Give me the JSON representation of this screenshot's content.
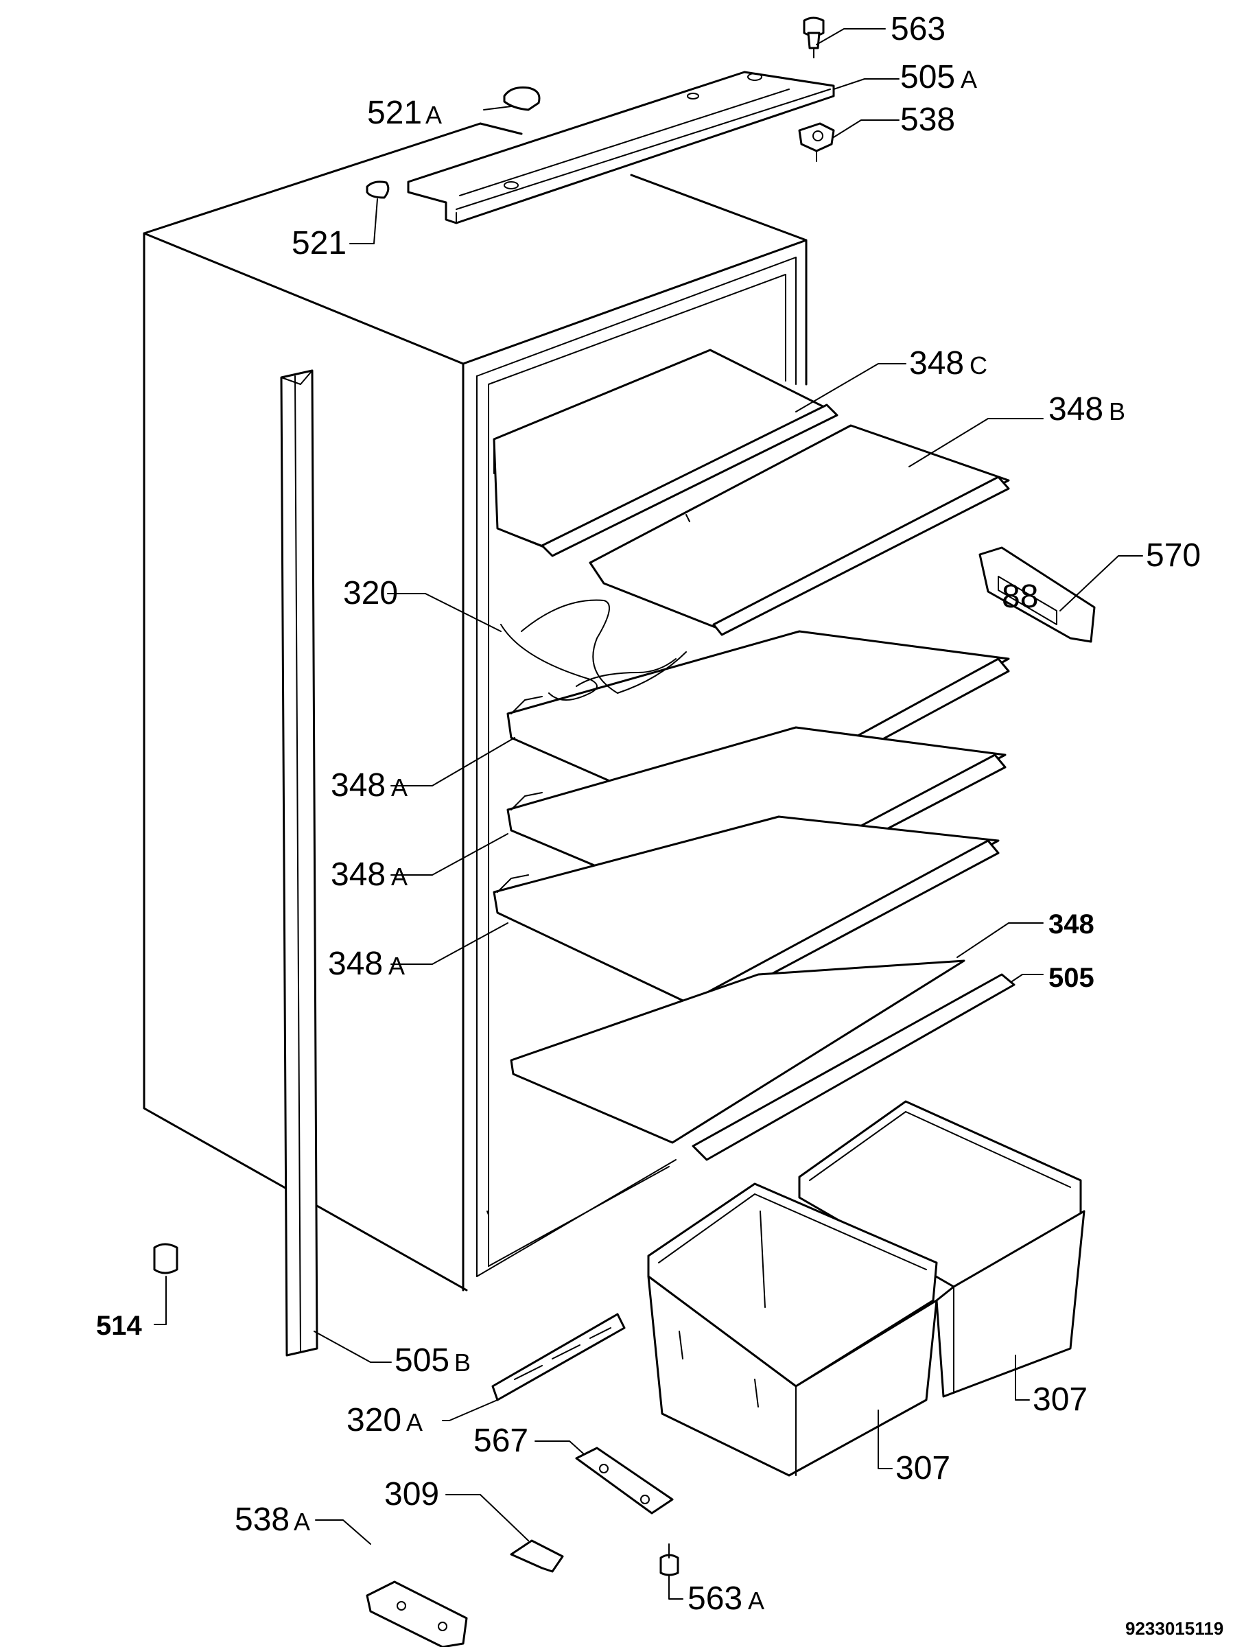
{
  "labels": {
    "l563": {
      "num": "563",
      "suf": ""
    },
    "l505a": {
      "num": "505",
      "suf": "A"
    },
    "l521a": {
      "num": "521",
      "suf": "A"
    },
    "l538": {
      "num": "538",
      "suf": ""
    },
    "l521": {
      "num": "521",
      "suf": ""
    },
    "l348c": {
      "num": "348",
      "suf": "C"
    },
    "l348b": {
      "num": "348",
      "suf": "B"
    },
    "l570": {
      "num": "570",
      "suf": ""
    },
    "l320": {
      "num": "320",
      "suf": ""
    },
    "l348a1": {
      "num": "348",
      "suf": "A"
    },
    "l348a2": {
      "num": "348",
      "suf": "A"
    },
    "l348a3": {
      "num": "348",
      "suf": "A"
    },
    "l348": {
      "num": "348",
      "suf": ""
    },
    "l505": {
      "num": "505",
      "suf": ""
    },
    "l514": {
      "num": "514",
      "suf": ""
    },
    "l505b": {
      "num": "505",
      "suf": "B"
    },
    "l307a": {
      "num": "307",
      "suf": ""
    },
    "l320a": {
      "num": "320",
      "suf": "A"
    },
    "l567": {
      "num": "567",
      "suf": ""
    },
    "l307b": {
      "num": "307",
      "suf": ""
    },
    "l309": {
      "num": "309",
      "suf": ""
    },
    "l538a": {
      "num": "538",
      "suf": "A"
    },
    "l563a": {
      "num": "563",
      "suf": "A"
    }
  },
  "display_digits": "88",
  "document_number": "9233015119"
}
